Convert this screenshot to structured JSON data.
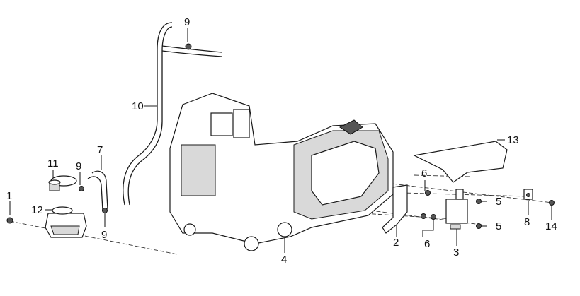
{
  "callouts": [
    {
      "id": "1",
      "text": "1"
    },
    {
      "id": "2",
      "text": "2"
    },
    {
      "id": "3",
      "text": "3"
    },
    {
      "id": "4",
      "text": "4"
    },
    {
      "id": "5a",
      "text": "5"
    },
    {
      "id": "5b",
      "text": "5"
    },
    {
      "id": "6a",
      "text": "6"
    },
    {
      "id": "6b",
      "text": "6"
    },
    {
      "id": "7",
      "text": "7"
    },
    {
      "id": "8",
      "text": "8"
    },
    {
      "id": "9a",
      "text": "9"
    },
    {
      "id": "9b",
      "text": "9"
    },
    {
      "id": "9c",
      "text": "9"
    },
    {
      "id": "10",
      "text": "10"
    },
    {
      "id": "11",
      "text": "11"
    },
    {
      "id": "12",
      "text": "12"
    },
    {
      "id": "13",
      "text": "13"
    },
    {
      "id": "14",
      "text": "14"
    }
  ]
}
